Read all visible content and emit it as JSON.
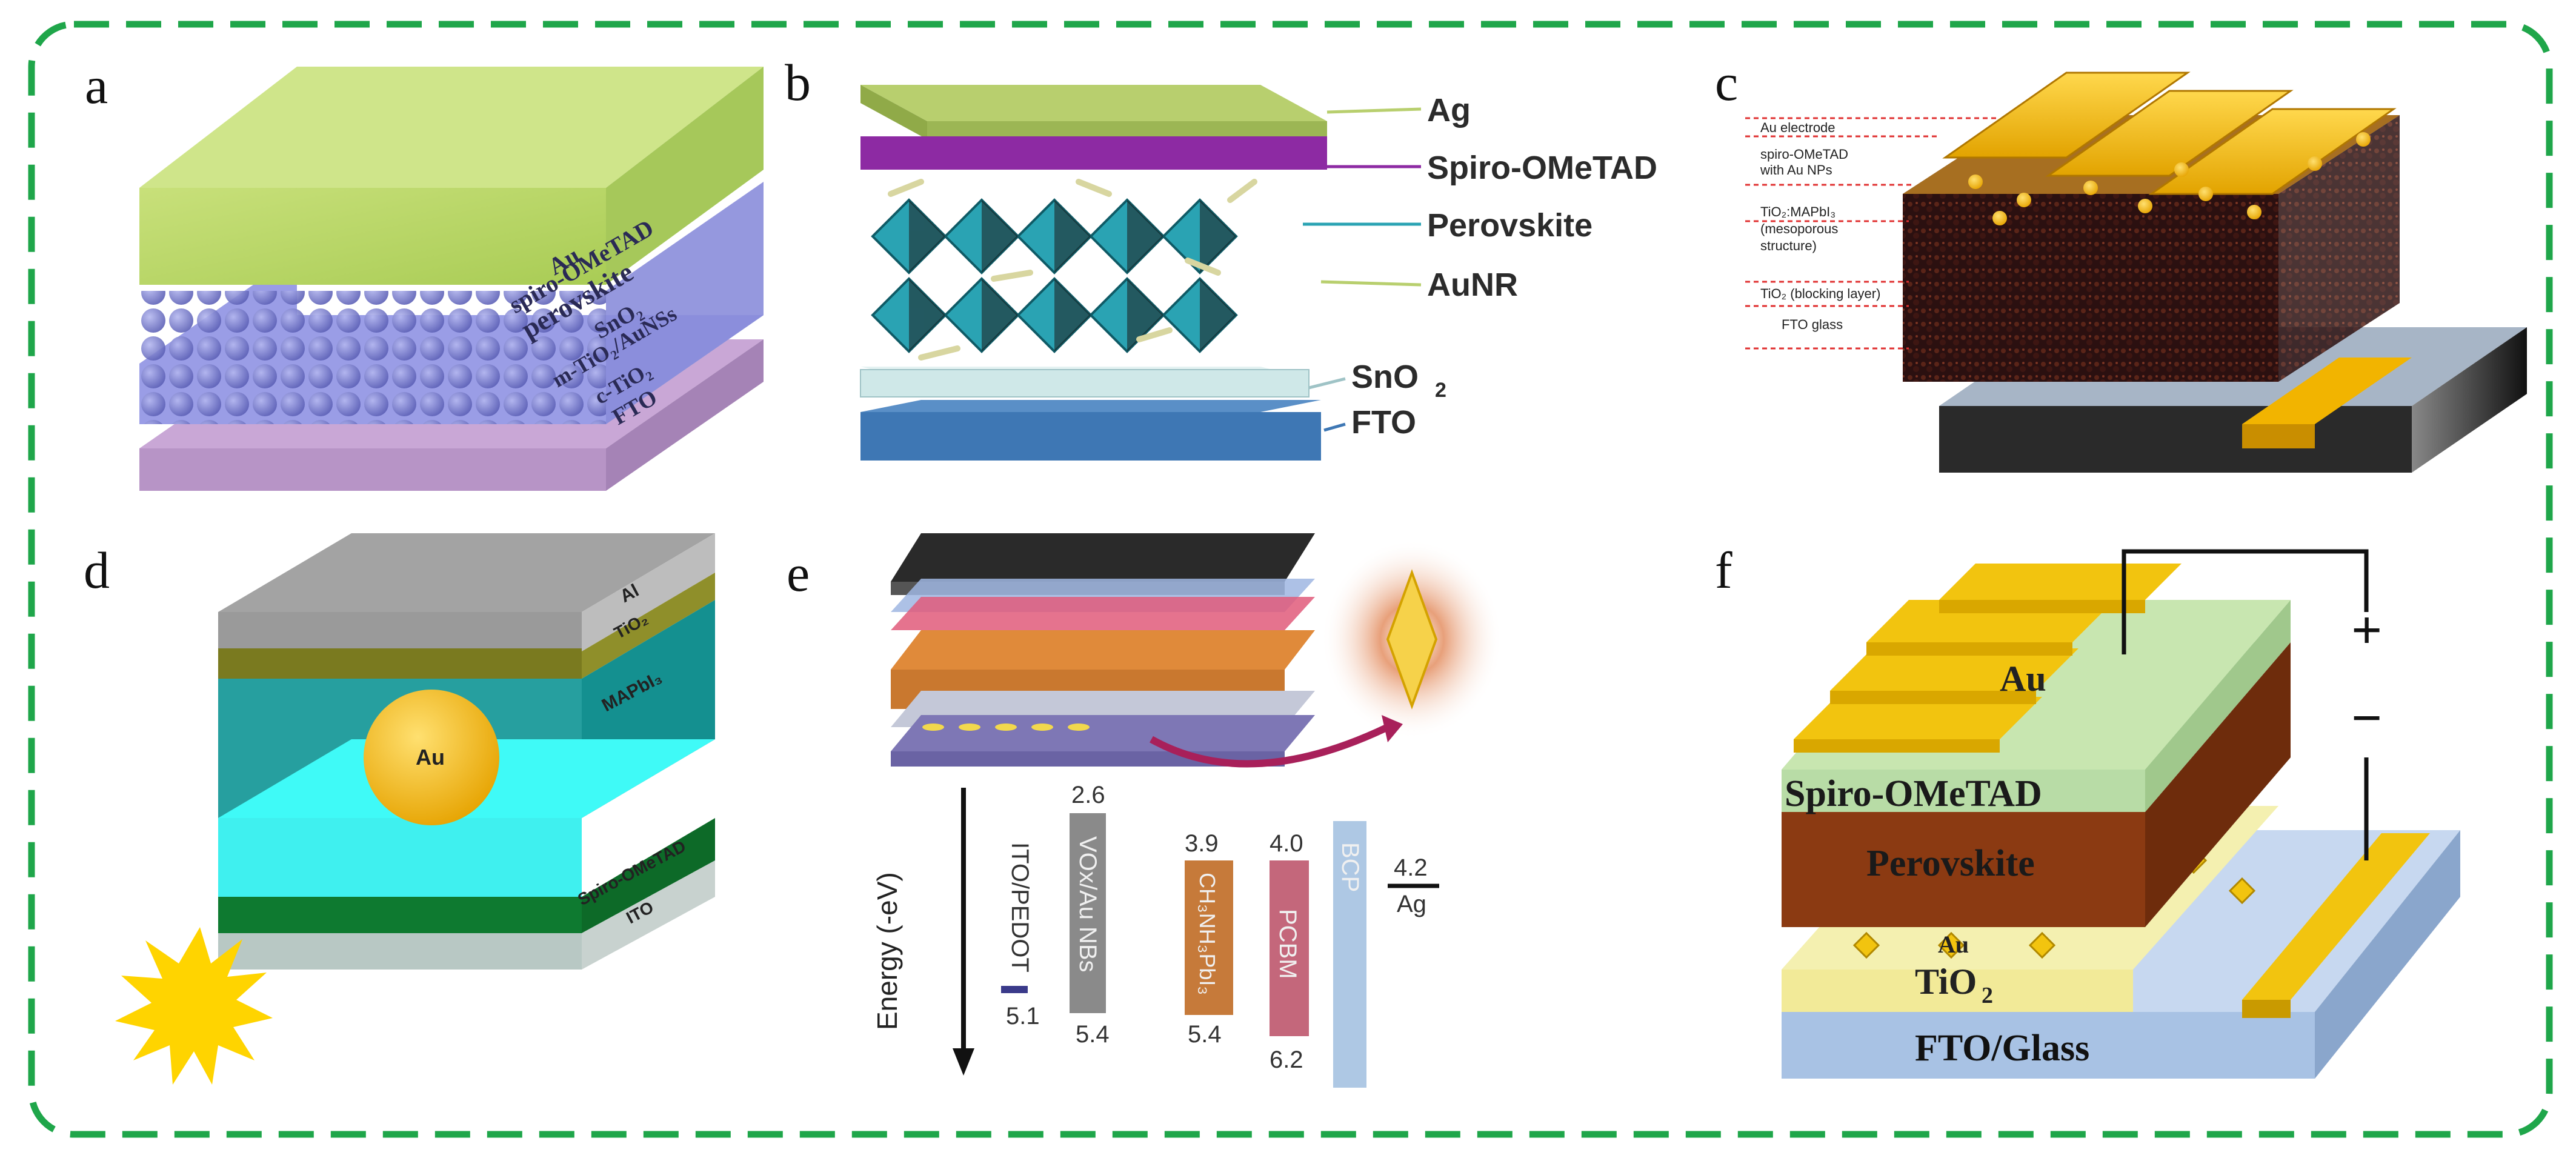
{
  "panels": {
    "a": {
      "letter": "a",
      "layers": [
        "Au",
        "spiro-OMeTAD",
        "perovskite",
        "SnO₂",
        "m-TiO₂/AuNSs",
        "c-TiO₂",
        "FTO"
      ]
    },
    "b": {
      "letter": "b",
      "labels": [
        "Ag",
        "Spiro-OMeTAD",
        "Perovskite",
        "AuNR",
        "SnO",
        "2",
        "FTO"
      ]
    },
    "c": {
      "letter": "c",
      "labels": [
        "Au electrode",
        "spiro-OMeTAD",
        "with Au NPs",
        "TiO₂:MAPbI₃",
        "(mesoporous",
        "structure)",
        "TiO₂ (blocking layer)",
        "FTO glass"
      ]
    },
    "d": {
      "letter": "d",
      "labels": [
        "Al",
        "TiO₂",
        "Au",
        "MAPbI₃",
        "Spiro-OMeTAD",
        "ITO"
      ]
    },
    "e": {
      "letter": "e",
      "axis_label": "Energy (-eV)",
      "bars": [
        {
          "label": "ITO/PEDOT",
          "top": "",
          "bottom": "5.1"
        },
        {
          "label": "VOx/Au NBs",
          "top": "2.6",
          "bottom": "5.4"
        },
        {
          "label": "CH₃NH₃PbI₃",
          "top": "3.9",
          "bottom": "5.4"
        },
        {
          "label": "PCBM",
          "top": "4.0",
          "bottom": "6.2"
        },
        {
          "label": "BCP",
          "top": "",
          "bottom": ""
        },
        {
          "label": "Ag",
          "top": "4.2",
          "bottom": ""
        }
      ]
    },
    "f": {
      "letter": "f",
      "labels": [
        "Au",
        "Spiro-OMeTAD",
        "Perovskite",
        "Au",
        "TiO",
        "2",
        "FTO/Glass",
        "+",
        "−"
      ]
    }
  },
  "colors": {
    "border": "#1fa64a",
    "gold": "#f2c40f",
    "teal": "#1fa3a6",
    "perovskite_brown": "#8b3a12"
  }
}
